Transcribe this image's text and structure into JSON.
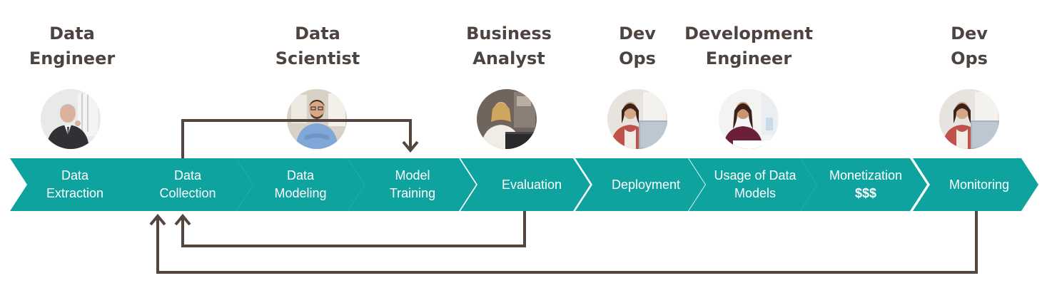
{
  "roles": [
    {
      "line1": "Data",
      "line2": "Engineer"
    },
    {
      "line1": "Data",
      "line2": "Scientist"
    },
    {
      "line1": "Business",
      "line2": "Analyst"
    },
    {
      "line1": "Dev",
      "line2": "Ops"
    },
    {
      "line1": "Development",
      "line2": "Engineer"
    },
    {
      "line1": "Dev",
      "line2": "Ops"
    }
  ],
  "stages": [
    {
      "line1": "Data",
      "line2": "Extraction"
    },
    {
      "line1": "Data",
      "line2": "Collection"
    },
    {
      "line1": "Data",
      "line2": "Modeling"
    },
    {
      "line1": "Model",
      "line2": "Training"
    },
    {
      "line1": "Evaluation",
      "line2": ""
    },
    {
      "line1": "Deployment",
      "line2": ""
    },
    {
      "line1": "Usage of Data",
      "line2": "Models"
    },
    {
      "line1": "Monetization",
      "line2": "$$$"
    },
    {
      "line1": "Monitoring",
      "line2": ""
    }
  ],
  "colors": {
    "chevron": "#0fa3a0",
    "role_text": "#4d4440",
    "arrow": "#54453f",
    "stage_text": "#ffffff"
  },
  "avatars": [
    {
      "icon": "person-avatar-icon",
      "role": "Data Engineer"
    },
    {
      "icon": "person-avatar-icon",
      "role": "Data Scientist"
    },
    {
      "icon": "person-avatar-icon",
      "role": "Business Analyst"
    },
    {
      "icon": "person-avatar-icon",
      "role": "Dev Ops"
    },
    {
      "icon": "person-avatar-icon",
      "role": "Development Engineer"
    },
    {
      "icon": "person-avatar-icon",
      "role": "Dev Ops"
    }
  ]
}
